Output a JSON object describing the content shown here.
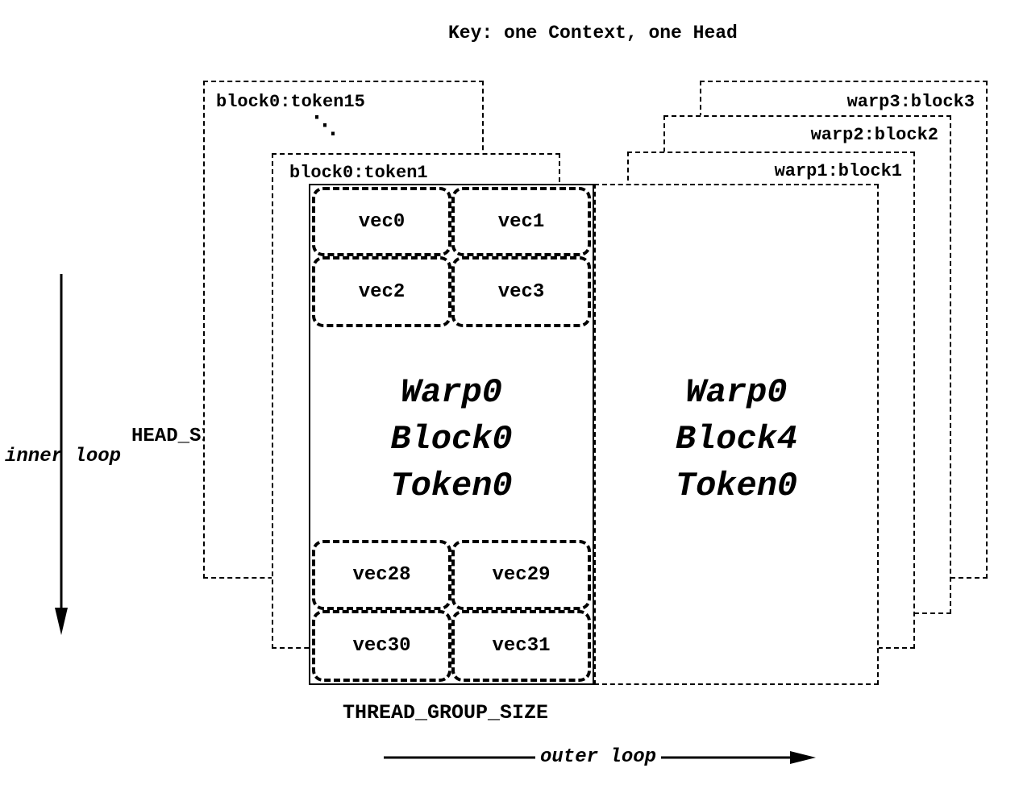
{
  "title": "Key: one Context, one Head",
  "labels": {
    "inner_loop": "inner loop",
    "outer_loop": "outer loop",
    "head_size": "HEAD_SIZE / x",
    "thread_group_size": "THREAD_GROUP_SIZE",
    "dots": "⋱"
  },
  "left_stack": [
    {
      "label": "block0:token15"
    },
    {
      "label": "block0:token1"
    }
  ],
  "right_stack": [
    {
      "label": "warp3:block3"
    },
    {
      "label": "warp2:block2"
    },
    {
      "label": "warp1:block1"
    }
  ],
  "main_block": {
    "lines": [
      "Warp0",
      "Block0",
      "Token0"
    ],
    "vecs_top": [
      "vec0",
      "vec1",
      "vec2",
      "vec3"
    ],
    "vecs_bottom": [
      "vec28",
      "vec29",
      "vec30",
      "vec31"
    ]
  },
  "right_block": {
    "lines": [
      "Warp0",
      "Block4",
      "Token0"
    ]
  },
  "colors": {
    "stroke": "#000000",
    "background": "#ffffff"
  }
}
